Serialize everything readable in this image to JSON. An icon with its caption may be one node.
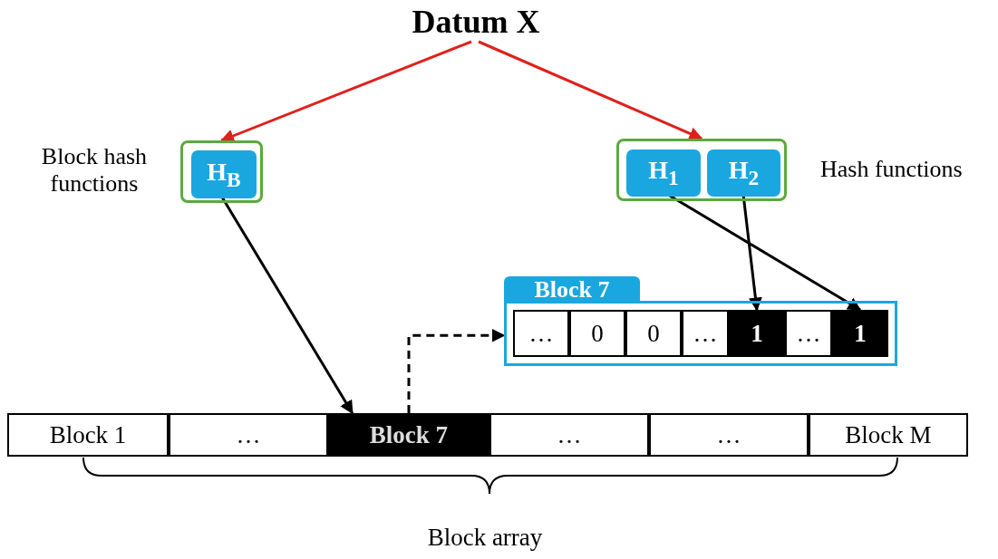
{
  "diagram": {
    "nodes": [
      {
        "text": [
          "Datum X"
        ]
      },
      {
        "text": [],
        "shape": "box",
        "beside": [
          "Block hash functions"
        ]
      },
      {
        "text": [
          "H$_{B}$"
        ],
        "in": 1
      },
      {
        "text": [],
        "shape": "box",
        "beside": [
          "Hash functions"
        ]
      },
      {
        "text": [
          "H$_{1}$"
        ],
        "in": 3
      },
      {
        "text": [
          "H$_{2}$"
        ],
        "in": 3
      },
      {
        "text": [
          "Block 7"
        ]
      },
      {
        "text": [
          "…"
        ],
        "in": 6
      },
      {
        "text": [
          "0"
        ],
        "in": 6
      },
      {
        "text": [
          "0"
        ],
        "in": 6
      },
      {
        "text": [
          "…"
        ],
        "in": 6
      },
      {
        "text": [
          "1"
        ],
        "in": 6
      },
      {
        "text": [
          "…"
        ],
        "in": 6
      },
      {
        "text": [
          "1"
        ],
        "in": 6
      },
      {
        "text": [
          "Block 1"
        ]
      },
      {
        "text": [
          "…"
        ]
      },
      {
        "text": [
          "Block 7"
        ]
      },
      {
        "text": [
          "…"
        ]
      },
      {
        "text": [
          "…"
        ]
      },
      {
        "text": [
          "Block M"
        ]
      }
    ],
    "edges": [
      {
        "from": 0,
        "to": 1,
        "arrow": "to",
        "color": "#e0201b"
      },
      {
        "from": 0,
        "to": 3,
        "arrow": "to",
        "color": "#e0201b"
      },
      {
        "from": 2,
        "to": 16,
        "arrow": "to"
      },
      {
        "from": 4,
        "to": 13,
        "arrow": "to"
      },
      {
        "from": 5,
        "to": 11,
        "arrow": "to"
      },
      {
        "from": 16,
        "to": 6,
        "arrow": "to",
        "style": "dashed"
      }
    ],
    "labels": [
      "Block array"
    ]
  }
}
